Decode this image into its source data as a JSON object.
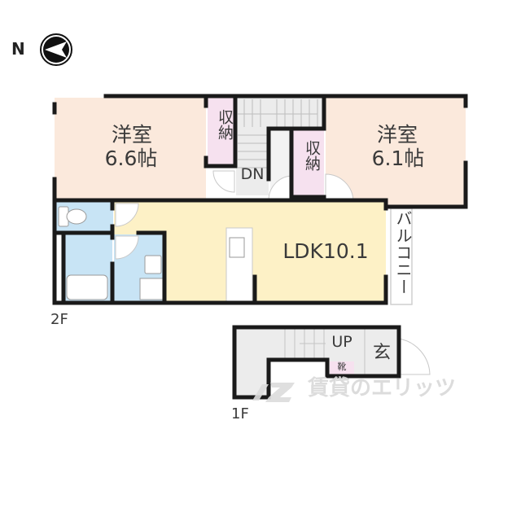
{
  "compass": {
    "label": "N",
    "icon": "north-arrow-icon",
    "direction": "left"
  },
  "floors": {
    "upper": {
      "label": "2F",
      "rooms": [
        {
          "id": "western-room-1",
          "name": "洋室",
          "size": "6.6帖"
        },
        {
          "id": "western-room-2",
          "name": "洋室",
          "size": "6.1帖"
        },
        {
          "id": "ldk",
          "name": "LDK10.1"
        },
        {
          "id": "closet-1",
          "name": "収納"
        },
        {
          "id": "closet-2",
          "name": "収納"
        },
        {
          "id": "balcony",
          "name": "バルコニー"
        },
        {
          "id": "stairs-down",
          "name": "DN"
        }
      ]
    },
    "lower": {
      "label": "1F",
      "rooms": [
        {
          "id": "stairs-up",
          "name": "UP"
        },
        {
          "id": "entrance",
          "name": "玄"
        },
        {
          "id": "shoe-closet",
          "name": "靴"
        }
      ]
    }
  },
  "watermark": {
    "text": "賃貸のエリッツ",
    "logo": "eliz-logo"
  },
  "colors": {
    "western_room": "#fbe9dc",
    "ldk": "#fdf1c6",
    "wet_area": "#c8e4f5",
    "closet": "#f6e1ef",
    "stairs": "#e9e9e9",
    "wall": "#1a1a1a",
    "watermark": "#d9d9d9"
  }
}
